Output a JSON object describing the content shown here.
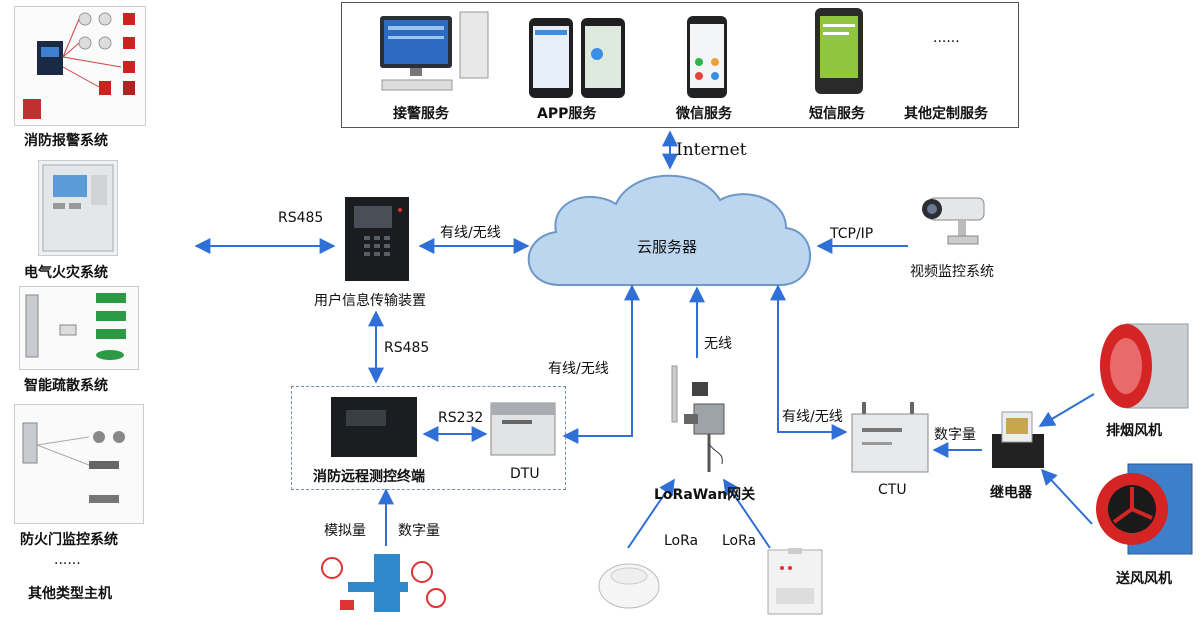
{
  "left_systems": [
    {
      "label": "消防报警系统"
    },
    {
      "label": "电气火灾系统"
    },
    {
      "label": "智能疏散系统"
    },
    {
      "label": "防火门监控系统"
    },
    {
      "label": "其他类型主机"
    }
  ],
  "left_ellipsis": "......",
  "services": [
    {
      "label": "接警服务"
    },
    {
      "label": "APP服务"
    },
    {
      "label": "微信服务"
    },
    {
      "label": "短信服务"
    },
    {
      "label": "其他定制服务"
    }
  ],
  "services_ellipsis": "......",
  "internet": "Internet",
  "cloud": "云服务器",
  "user_device": "用户信息传输装置",
  "video": "视频监控系统",
  "terminal": "消防远程测控终端",
  "dtu": "DTU",
  "lora_gateway": "LoRaWan网关",
  "ctu": "CTU",
  "relay": "继电器",
  "smoke_fan": "排烟风机",
  "supply_fan": "送风风机",
  "links": {
    "rs485_left": "RS485",
    "wired_wireless_top": "有线/无线",
    "tcp_ip": "TCP/IP",
    "rs485_down": "RS485",
    "rs232": "RS232",
    "wired_wireless_dtu": "有线/无线",
    "wireless": "无线",
    "wired_wireless_ctu": "有线/无线",
    "digital_ctu": "数字量",
    "analog": "模拟量",
    "digital_term": "数字量",
    "lora_left": "LoRa",
    "lora_right": "LoRa"
  },
  "colors": {
    "arrow": "#2f6fd6",
    "cloud_fill": "#bcd6f0",
    "cloud_stroke": "#6e97c8"
  }
}
